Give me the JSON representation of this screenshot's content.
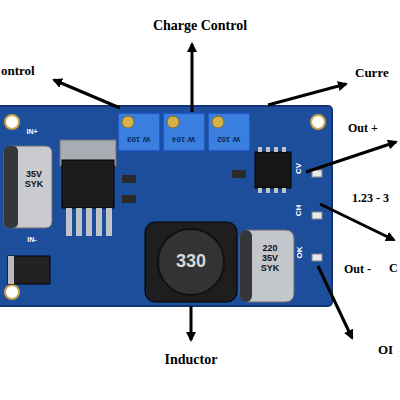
{
  "diagram": {
    "labels": [
      "ontrol",
      "Charge Control",
      "Curre",
      "Out +",
      "1.23 - 3",
      "C",
      "Out -",
      "OI",
      "Inductor",
      "W 103",
      "W 104",
      "W 102",
      "35V SYK",
      "330",
      "220 35V SYK",
      "CV",
      "CH",
      "OK",
      "IN+",
      "IN-"
    ]
  }
}
